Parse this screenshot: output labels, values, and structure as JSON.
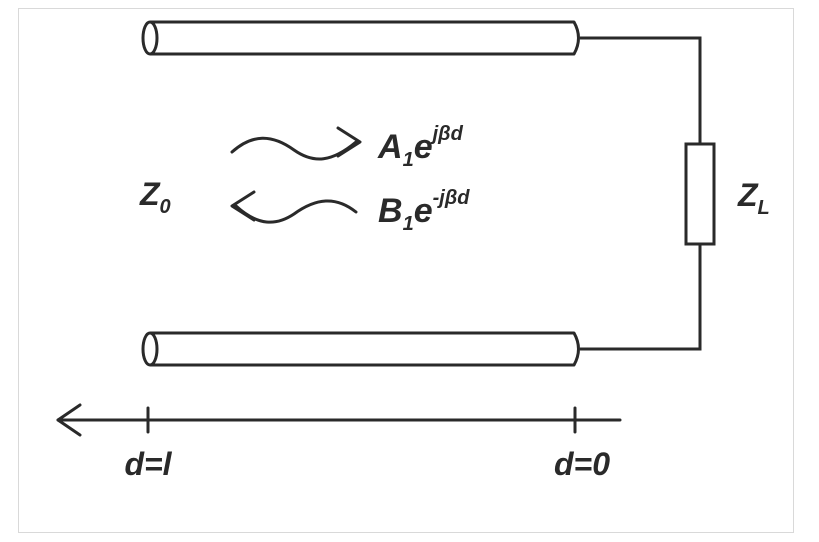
{
  "colors": {
    "ink": "#2a2a2a",
    "frame": "#d9d9d9",
    "background": "#ffffff"
  },
  "labels": {
    "z0": {
      "main": "Z",
      "sub": "0"
    },
    "zl": {
      "main": "Z",
      "sub": "L"
    },
    "forward_wave": {
      "coef": "A",
      "coef_sub": "1",
      "base": "e",
      "exponent": "jβd"
    },
    "reflected_wave": {
      "coef": "B",
      "coef_sub": "1",
      "base": "e",
      "exponent": "-jβd"
    },
    "position_left": "d=l",
    "position_right": "d=0"
  },
  "icons": {
    "forward_arrow": "squiggle-arrow-right",
    "reflected_arrow": "squiggle-arrow-left",
    "axis_arrow": "arrow-left"
  }
}
